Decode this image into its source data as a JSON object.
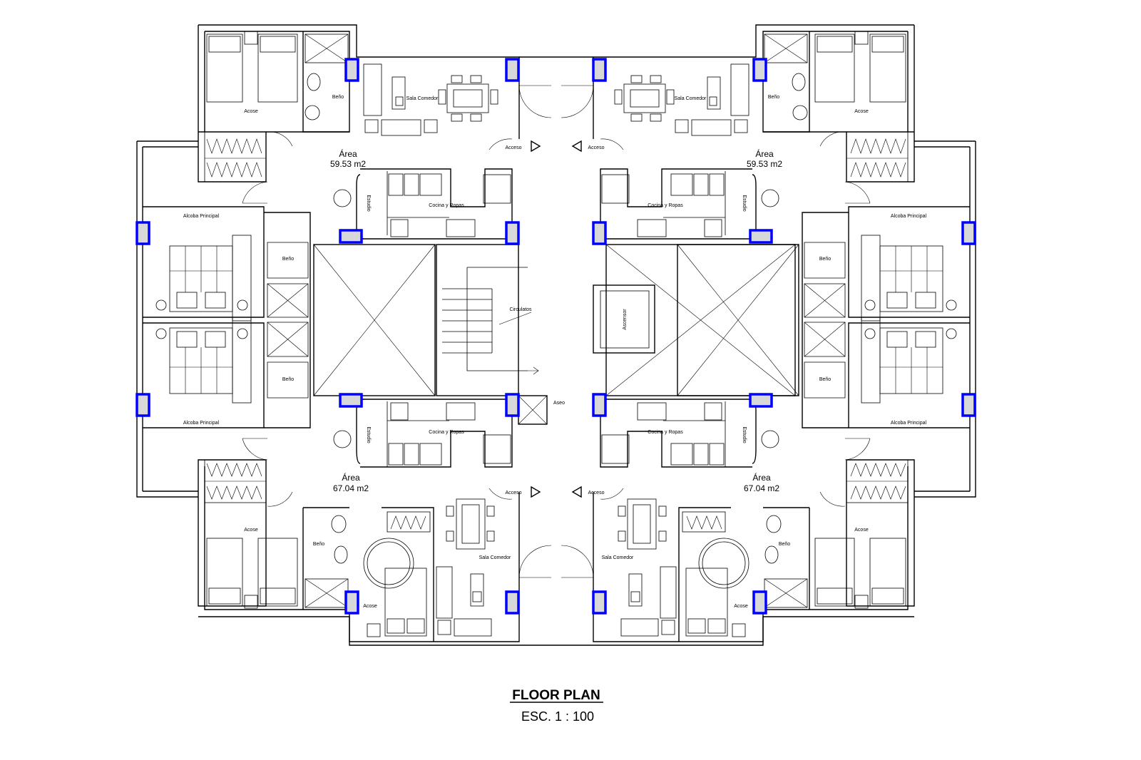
{
  "drawing": {
    "title": "FLOOR PLAN",
    "scale": "ESC. 1 : 100"
  },
  "units": {
    "top": {
      "area_label": "Área",
      "area_value": "59.53 m2",
      "dorm_label": "Acose",
      "bath_label": "Beño",
      "dining_label": "Sala Comedor",
      "kitchen_label": "Cocina y Ropas",
      "study_label": "Estudio",
      "main_bedroom_label": "Alcoba Principal",
      "access_label": "Acceso"
    },
    "bottom": {
      "area_label": "Área",
      "area_value": "67.04 m2",
      "dorm_label": "Acose",
      "bath_label": "Beño",
      "dining_label": "Sala Comedor",
      "kitchen_label": "Cocina y Ropas",
      "study_label": "Estudio",
      "main_bedroom_label": "Alcoba Principal",
      "access_label": "Acceso",
      "bedroom_small_label": "Acose"
    }
  },
  "core": {
    "circulation_label": "Circulatos",
    "elevator_label": "Ascensor",
    "cleaning_label": "Aseo"
  },
  "colors": {
    "line": "#000000",
    "column_stroke": "#0000ff",
    "column_fill": "#d8d8d8"
  }
}
